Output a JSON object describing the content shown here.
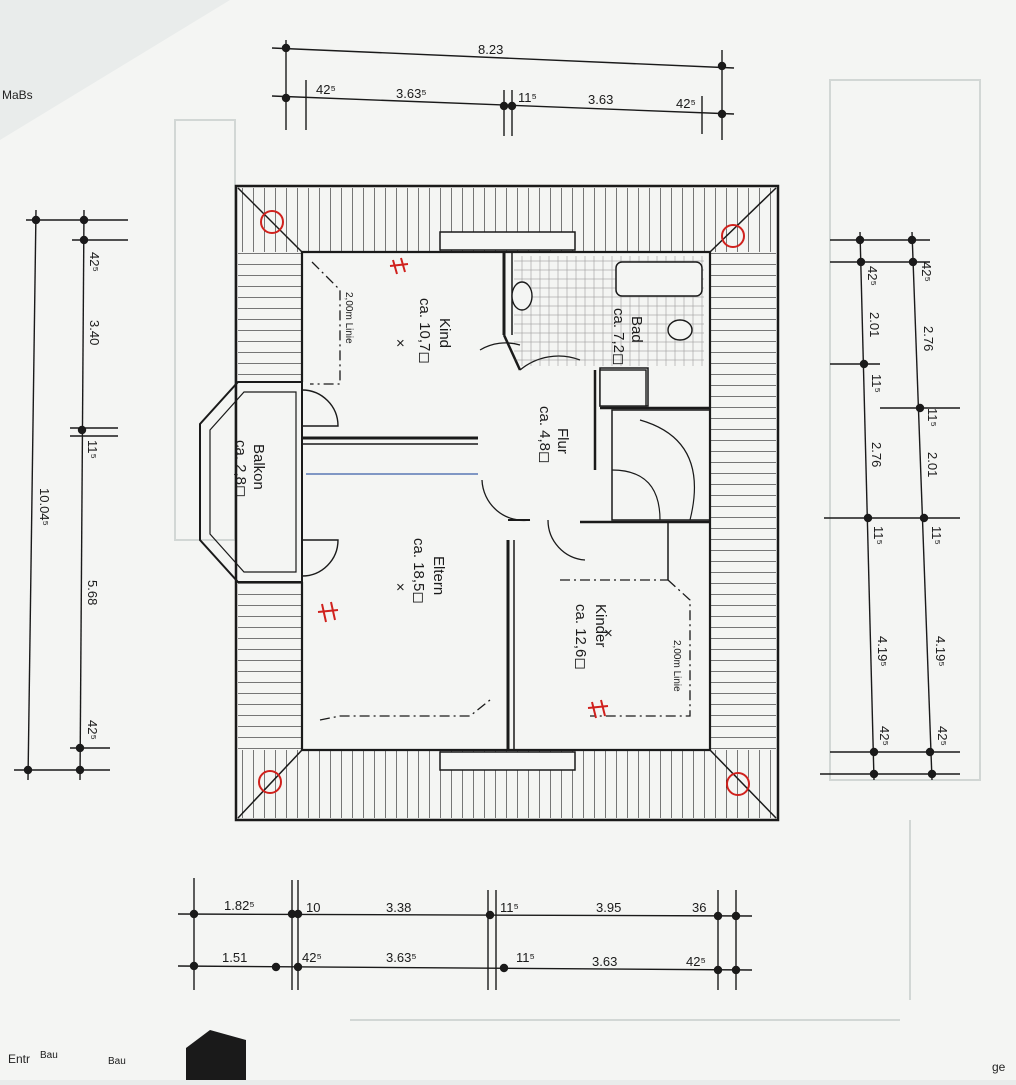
{
  "colors": {
    "paper": "#f4f5f3",
    "line": "#1a1a1a",
    "red": "#d0211d",
    "blue": "#3a5fa8"
  },
  "edge_text": {
    "top_left": "MaBs",
    "bottom_left": "Entr",
    "bottom_right": "ge"
  },
  "dimensions": {
    "top_total": "8.23",
    "top_row": [
      "42⁵",
      "3.63⁵",
      "11⁵",
      "3.63",
      "42⁵"
    ],
    "left_total": "10.04⁵",
    "left_row": [
      "42⁵",
      "3.40",
      "11⁵",
      "5.68",
      "42⁵"
    ],
    "right_inner": [
      "42⁵",
      "2.01",
      "11⁵",
      "2.76",
      "11⁵",
      "4.19⁵",
      "42⁵"
    ],
    "right_outer": [
      "42⁵",
      "2.76",
      "11⁵",
      "2.01",
      "11⁵",
      "4.19⁵",
      "42⁵"
    ],
    "bottom_row1": [
      "1.82⁵",
      "10",
      "3.38",
      "11⁵",
      "3.95",
      "36"
    ],
    "bottom_row2": [
      "1.51",
      "42⁵",
      "3.63⁵",
      "11⁵",
      "3.63",
      "42⁵"
    ]
  },
  "rooms": {
    "kind": {
      "name": "Kind",
      "area": "ca. 10,7◻"
    },
    "bad": {
      "name": "Bad",
      "area": "ca. 7,2◻"
    },
    "flur": {
      "name": "Flur",
      "area": "ca. 4,8◻"
    },
    "balkon": {
      "name": "Balkon",
      "area": "ca. 2,8◻"
    },
    "eltern": {
      "name": "Eltern",
      "area": "ca. 18,5◻"
    },
    "kinder": {
      "name": "Kinder",
      "area": "ca. 12,6◻"
    }
  },
  "labels": {
    "linie": "2,00m Linie",
    "cross": "×"
  }
}
